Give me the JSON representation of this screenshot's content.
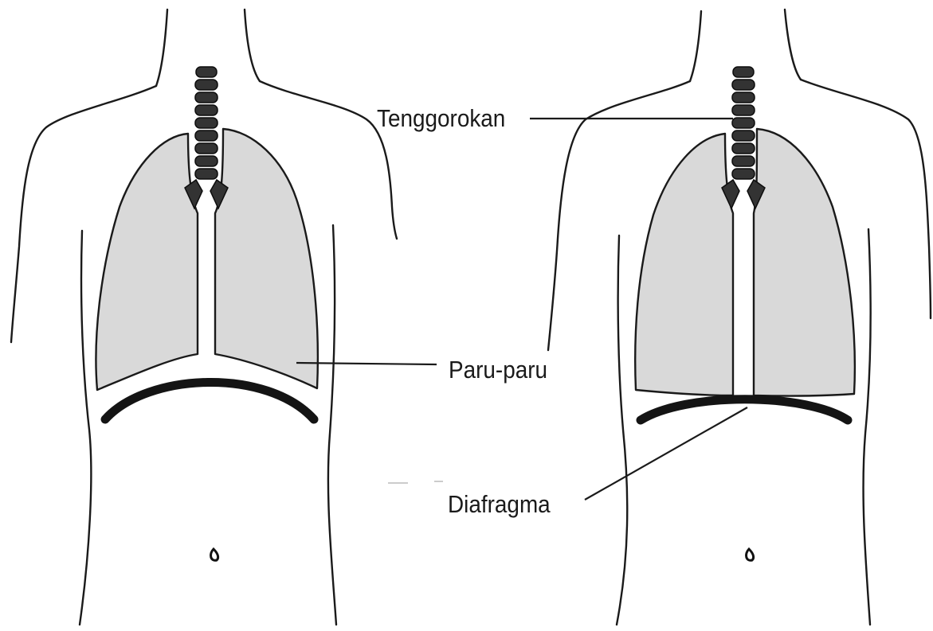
{
  "labels": {
    "trachea": "Tenggorokan",
    "lungs": "Paru-paru",
    "diaphragm": "Diafragma"
  },
  "colors": {
    "lung_fill": "#d9d9d9",
    "line": "#1a1a1a",
    "background": "#ffffff"
  }
}
